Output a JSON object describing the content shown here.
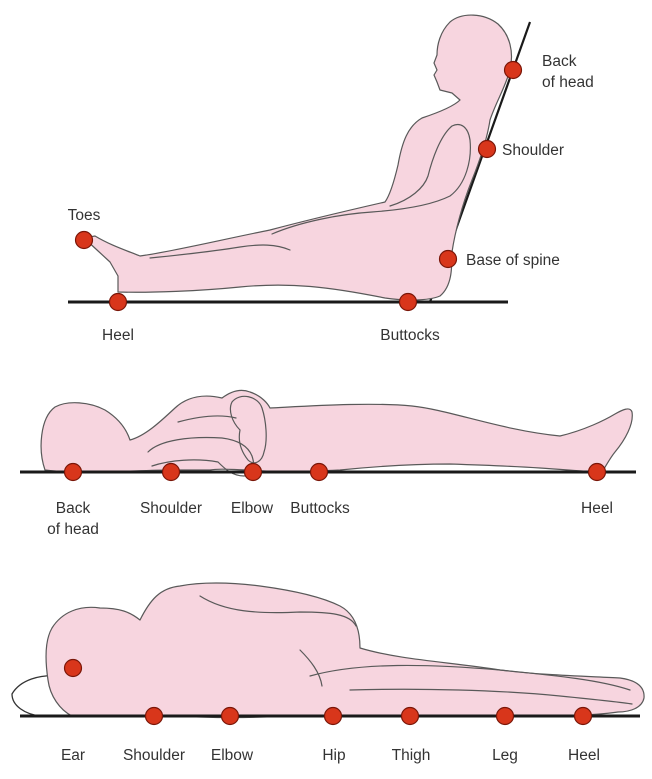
{
  "panels": [
    {
      "id": "sitting",
      "points": [
        {
          "name": "toes",
          "label": [
            "Toes"
          ]
        },
        {
          "name": "heel",
          "label": [
            "Heel"
          ]
        },
        {
          "name": "buttocks",
          "label": [
            "Buttocks"
          ]
        },
        {
          "name": "base-of-spine",
          "label": [
            "Base of spine"
          ]
        },
        {
          "name": "shoulder",
          "label": [
            "Shoulder"
          ]
        },
        {
          "name": "back-of-head",
          "label": [
            "Back",
            "of head"
          ]
        }
      ]
    },
    {
      "id": "supine",
      "points": [
        {
          "name": "back-of-head",
          "label": [
            "Back",
            "of head"
          ]
        },
        {
          "name": "shoulder",
          "label": [
            "Shoulder"
          ]
        },
        {
          "name": "elbow",
          "label": [
            "Elbow"
          ]
        },
        {
          "name": "buttocks",
          "label": [
            "Buttocks"
          ]
        },
        {
          "name": "heel",
          "label": [
            "Heel"
          ]
        }
      ]
    },
    {
      "id": "side-lying",
      "points": [
        {
          "name": "ear",
          "label": [
            "Ear"
          ]
        },
        {
          "name": "shoulder",
          "label": [
            "Shoulder"
          ]
        },
        {
          "name": "elbow",
          "label": [
            "Elbow"
          ]
        },
        {
          "name": "hip",
          "label": [
            "Hip"
          ]
        },
        {
          "name": "thigh",
          "label": [
            "Thigh"
          ]
        },
        {
          "name": "leg",
          "label": [
            "Leg"
          ]
        },
        {
          "name": "heel",
          "label": [
            "Heel"
          ]
        }
      ]
    }
  ]
}
